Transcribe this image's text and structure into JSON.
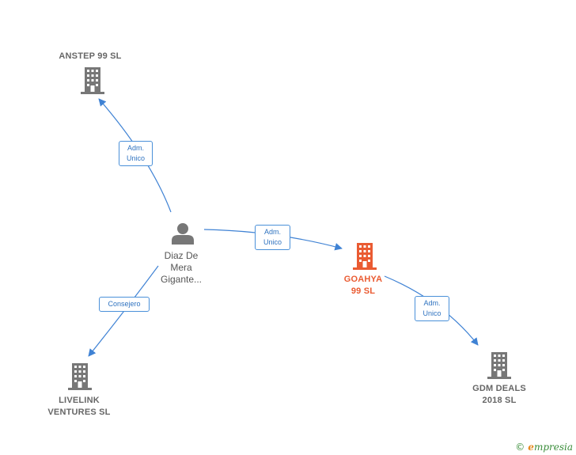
{
  "nodes": [
    {
      "id": "anstep",
      "kind": "company",
      "label": "ANSTEP 99  SL",
      "color": "#777777"
    },
    {
      "id": "goahya",
      "kind": "company",
      "label": "GOAHYA\n99  SL",
      "color": "#ea5b32",
      "focus": true
    },
    {
      "id": "gdm",
      "kind": "company",
      "label": "GDM DEALS\n2018  SL",
      "color": "#777777"
    },
    {
      "id": "livelink",
      "kind": "company",
      "label": "LIVELINK\nVENTURES  SL",
      "color": "#777777"
    },
    {
      "id": "person",
      "kind": "person",
      "label": "Diaz De\nMera\nGigante...",
      "color": "#777777"
    }
  ],
  "edges": [
    {
      "id": "e-anstep",
      "label": "Adm.\nUnico"
    },
    {
      "id": "e-goahya",
      "label": "Adm.\nUnico"
    },
    {
      "id": "e-gdm",
      "label": "Adm.\nUnico"
    },
    {
      "id": "e-livelink",
      "label": "Consejero"
    }
  ],
  "colors": {
    "edge": "#3f82d4",
    "focus": "#ea5b32",
    "node": "#777777"
  },
  "brand": {
    "copyright": "©",
    "name": "mpresia",
    "initial": "e"
  }
}
